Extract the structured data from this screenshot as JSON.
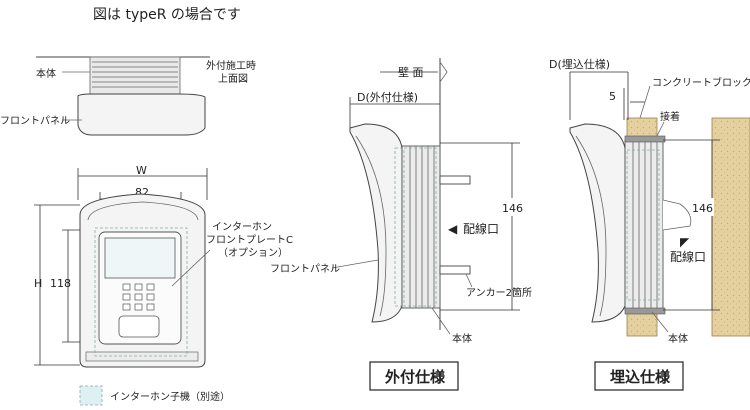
{
  "title": "図は typeR の場合です",
  "top_view": {
    "main_body": "本体",
    "front_panel": "フロントパネル",
    "caption_line1": "外付施工時",
    "caption_line2": "上面図"
  },
  "front_view": {
    "W": "W",
    "width_82": "82",
    "H": "H",
    "height_118": "118",
    "interphone_line1": "インターホン",
    "interphone_line2": "フロントプレートC",
    "interphone_line3": "（オプション）",
    "front_panel": "フロントパネル"
  },
  "external_view": {
    "wall": "壁 面",
    "depth": "D(外付仕様)",
    "dim_146": "146",
    "wiring": "配線口",
    "anchor": "アンカー2箇所",
    "main_body": "本体",
    "caption": "外付仕様"
  },
  "embedded_view": {
    "depth": "D(埋込仕様)",
    "dim_5": "5",
    "concrete": "コンクリートブロック",
    "adhesive": "接着",
    "dim_146": "146",
    "wiring": "配線口",
    "main_body": "本体",
    "caption": "埋込仕様"
  },
  "legend": {
    "label": "インターホン子機（別途）",
    "color": "#dff0f2"
  },
  "colors": {
    "panel_fill": "#f4f4f4",
    "interphone_fill": "#dff0f2",
    "wood": "#e2cc9a",
    "stroke": "#444444"
  }
}
